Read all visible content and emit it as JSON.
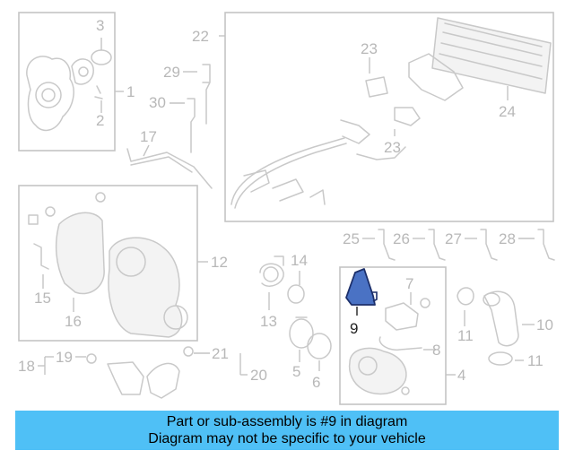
{
  "callouts": {
    "c1": "1",
    "c2": "2",
    "c3": "3",
    "c4": "4",
    "c5": "5",
    "c6": "6",
    "c7": "7",
    "c8": "8",
    "c9": "9",
    "c10": "10",
    "c11a": "11",
    "c11b": "11",
    "c12": "12",
    "c13": "13",
    "c14": "14",
    "c15": "15",
    "c16": "16",
    "c17": "17",
    "c18": "18",
    "c19": "19",
    "c20": "20",
    "c21": "21",
    "c22": "22",
    "c23a": "23",
    "c23b": "23",
    "c24": "24",
    "c25": "25",
    "c26": "26",
    "c27": "27",
    "c28": "28",
    "c29": "29",
    "c30": "30"
  },
  "highlight": {
    "part_number": "9",
    "color": "#4a72c4"
  },
  "banner": {
    "line1": "Part or sub-assembly is #9 in diagram",
    "line2": "Diagram may not be specific to your vehicle",
    "color": "#4fc0f6"
  }
}
